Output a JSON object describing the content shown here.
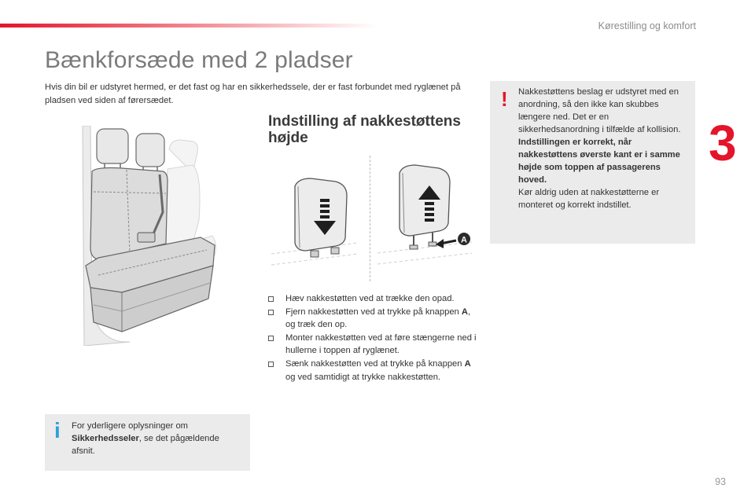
{
  "header": {
    "section": "Kørestilling og komfort",
    "chapter": "3"
  },
  "title": "Bænkforsæde med 2 pladser",
  "intro": "Hvis din bil er udstyret hermed, er det fast og har en sikkerhedssele, der er fast forbundet med ryglænet på pladsen ved siden af førersædet.",
  "headrest": {
    "title": "Indstilling af nakkestøttens højde",
    "button_label": "A",
    "steps": [
      {
        "pre": "Hæv nakkestøtten ved at trække den opad.",
        "bold": "",
        "post": ""
      },
      {
        "pre": "Fjern nakkestøtten ved at trykke på knappen ",
        "bold": "A",
        "post": ", og træk den op."
      },
      {
        "pre": "Monter nakkestøtten ved at føre stængerne ned i hullerne i toppen af ryglænet.",
        "bold": "",
        "post": ""
      },
      {
        "pre": "Sænk nakkestøtten ved at trykke på knappen ",
        "bold": "A",
        "post": " og ved samtidigt at trykke nakkestøtten."
      }
    ]
  },
  "warning": {
    "icon": "!",
    "text1": "Nakkestøttens beslag er udstyret med en anordning, så den ikke kan skubbes længere ned. Det er en sikkerhedsanordning i tilfælde af kollision.",
    "bold": "Indstillingen er korrekt, når nakkestøttens øverste kant er i samme højde som toppen af passagerens hoved.",
    "text2": "Kør aldrig uden at nakkestøtterne er monteret og korrekt indstillet."
  },
  "info": {
    "icon": "i",
    "pre": "For yderligere oplysninger om ",
    "bold": "Sikkerhedsseler",
    "post": ", se det pågældende afsnit."
  },
  "page_number": "93",
  "colors": {
    "accent_red": "#e3152b",
    "info_blue": "#2fa0d8",
    "box_grey": "#ebebeb"
  }
}
